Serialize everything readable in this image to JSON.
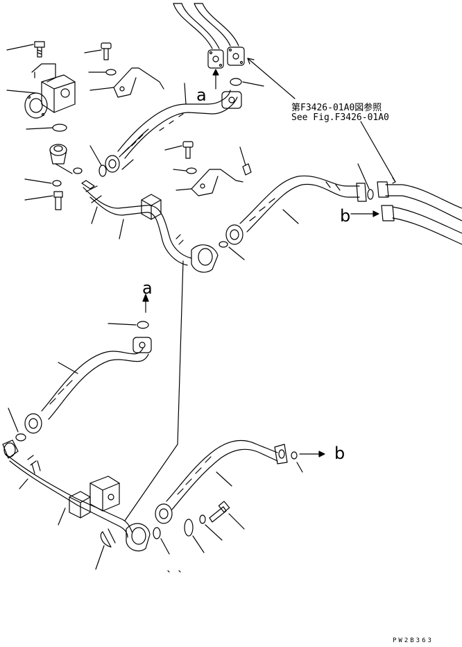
{
  "reference": {
    "japanese": "第F3426-01A0図参照",
    "english": "See Fig.F3426-01A0"
  },
  "connection_labels": {
    "a_upper": "a",
    "a_lower": "a",
    "b_right": "b",
    "b_lower": "b"
  },
  "page_code": "PW2B363",
  "colors": {
    "ink": "#000000",
    "background": "#ffffff"
  }
}
